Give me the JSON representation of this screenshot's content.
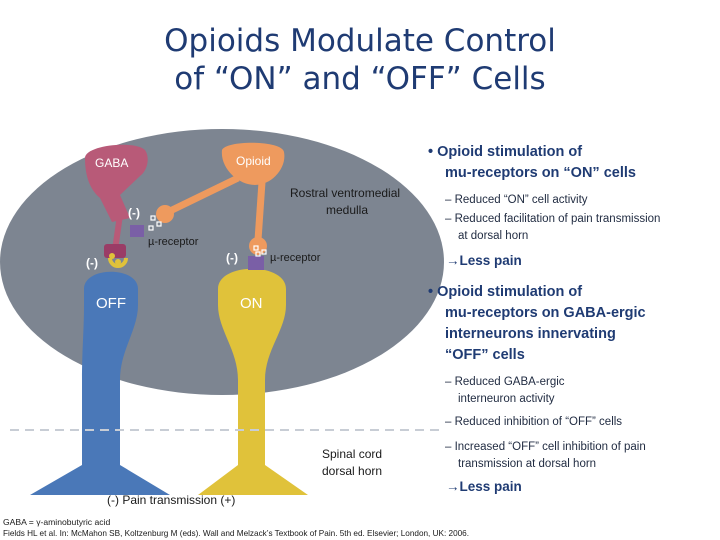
{
  "title": {
    "line1": "Opioids Modulate Control",
    "line2": "of “ON” and “OFF” Cells"
  },
  "diagram": {
    "gaba_label": "GABA",
    "opioid_label": "Opioid",
    "rvm_label_1": "Rostral ventromedial",
    "rvm_label_2": "medulla",
    "minus_1": "(-)",
    "minus_2": "(-)",
    "minus_3": "(-)",
    "mu_receptor_1": "µ-receptor",
    "mu_receptor_2": "µ-receptor",
    "off_label": "OFF",
    "on_label": "ON",
    "spinal_1": "Spinal cord",
    "spinal_2": "dorsal horn",
    "pain_transmission": "(-) Pain transmission (+)"
  },
  "bullets": {
    "b1_line1": "Opioid stimulation of",
    "b1_line2": "mu-receptors on “ON” cells",
    "b1_sub1": "Reduced “ON” cell activity",
    "b1_sub2_line1": "Reduced facilitation of pain transmission",
    "b1_sub2_line2": "at dorsal horn",
    "b1_result": "Less pain",
    "b2_line1": "Opioid stimulation of",
    "b2_line2": "mu-receptors on GABA-ergic",
    "b2_line3": "interneurons innervating",
    "b2_line4": "“OFF” cells",
    "b2_sub1_line1": "Reduced GABA-ergic",
    "b2_sub1_line2": "interneuron activity",
    "b2_sub2": "Reduced inhibition of “OFF” cells",
    "b2_sub3_line1": "Increased “OFF” cell inhibition of pain",
    "b2_sub3_line2": "transmission at dorsal horn",
    "b2_result": "Less pain"
  },
  "footer": {
    "line1": "GABA = γ-aminobutyric acid",
    "line2": "Fields HL et al. In: McMahon SB, Koltzenburg M (eds). Wall and Melzack’s Textbook of Pain. 5th ed. Elsevier; London, UK: 2006."
  },
  "colors": {
    "ellipse": "#7d8591",
    "gaba": "#b85a78",
    "opioid": "#ee9a5e",
    "off": "#4a78b8",
    "on": "#e0c23a",
    "title": "#1f3b73"
  }
}
